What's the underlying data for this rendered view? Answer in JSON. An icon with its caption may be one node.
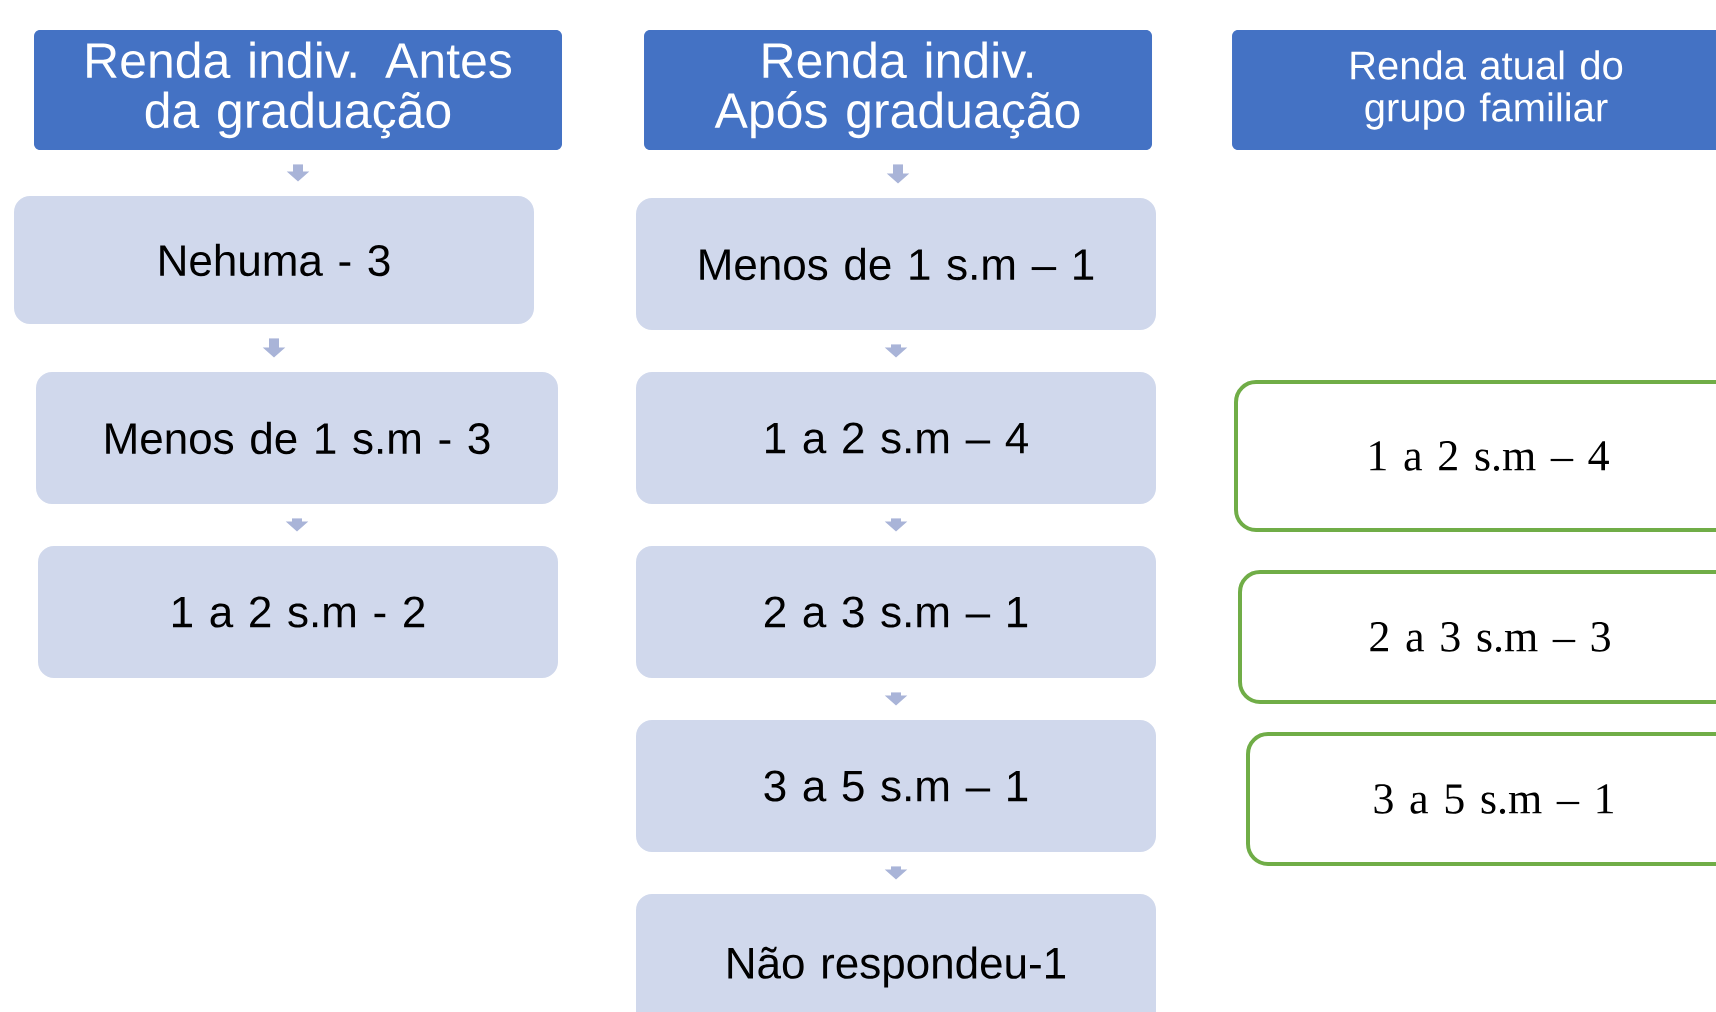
{
  "diagram": {
    "nodes": [
      {
        "text": [
          "Renda indiv. Antes da graduação"
        ]
      },
      {
        "text": [
          "Nehuma - 3"
        ]
      },
      {
        "text": [
          "Menos de 1 s.m - 3"
        ]
      },
      {
        "text": [
          "1 a 2 s.m - 2"
        ]
      },
      {
        "text": [
          "Renda indiv. Após graduação"
        ]
      },
      {
        "text": [
          "Menos de 1 s.m – 1"
        ]
      },
      {
        "text": [
          "1 a 2 s.m – 4"
        ]
      },
      {
        "text": [
          "2 a 3 s.m – 1"
        ]
      },
      {
        "text": [
          "3 a 5 s.m – 1"
        ]
      },
      {
        "text": [
          "Não respondeu-1"
        ]
      },
      {
        "text": [
          "Renda atual do grupo familiar"
        ]
      },
      {
        "text": [
          "1 a 2 s.m – 4"
        ]
      },
      {
        "text": [
          "2 a 3 s.m – 3"
        ]
      },
      {
        "text": [
          "3 a 5 s.m – 1"
        ]
      }
    ],
    "edges": [
      {
        "from": 0,
        "to": 1,
        "arrow": "to"
      },
      {
        "from": 1,
        "to": 2,
        "arrow": "to"
      },
      {
        "from": 2,
        "to": 3,
        "arrow": "to"
      },
      {
        "from": 4,
        "to": 5,
        "arrow": "to"
      },
      {
        "from": 5,
        "to": 6,
        "arrow": "to"
      },
      {
        "from": 6,
        "to": 7,
        "arrow": "to"
      },
      {
        "from": 7,
        "to": 8,
        "arrow": "to"
      },
      {
        "from": 8,
        "to": 9,
        "arrow": "to"
      }
    ]
  }
}
